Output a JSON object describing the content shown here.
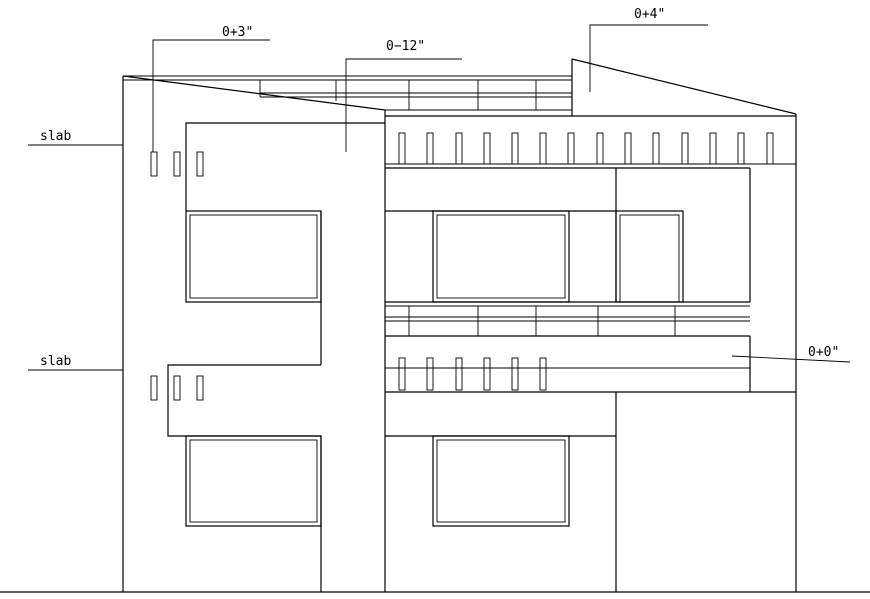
{
  "labels": {
    "slab_upper": "slab",
    "slab_lower": "slab",
    "level_plus3": "0+3\"",
    "level_minus12": "0−12\"",
    "level_plus4": "0+4\"",
    "level_zero": "0+0\""
  },
  "colors": {
    "line": "#000000",
    "background": "#ffffff"
  }
}
